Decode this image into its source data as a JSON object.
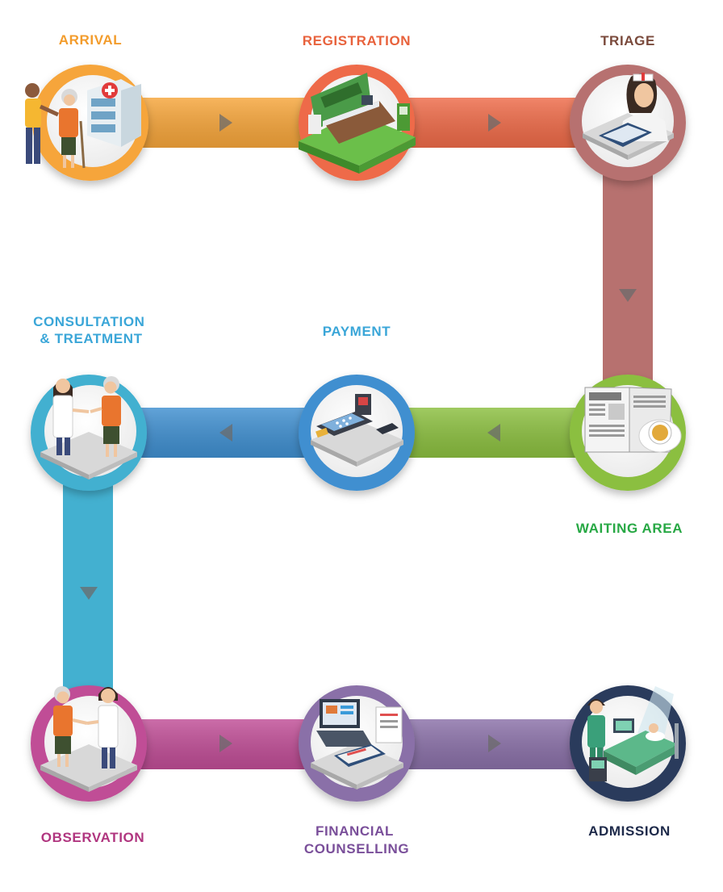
{
  "steps": [
    {
      "label_lines": [
        "ARRIVAL"
      ],
      "color": "#f39c2c",
      "icon": "patient-arrival-hospital-icon"
    },
    {
      "label_lines": [
        "REGISTRATION"
      ],
      "color": "#e8623c",
      "icon": "reception-desk-icon"
    },
    {
      "label_lines": [
        "TRIAGE"
      ],
      "color": "#7a4a3c",
      "icon": "nurse-tablet-icon"
    },
    {
      "label_lines": [
        "WAITING AREA"
      ],
      "color": "#27a844",
      "icon": "newspaper-coffee-icon"
    },
    {
      "label_lines": [
        "PAYMENT"
      ],
      "color": "#3a9ad9",
      "icon": "card-payment-terminal-icon"
    },
    {
      "label_lines": [
        "CONSULTATION",
        "& TREATMENT"
      ],
      "color": "#3aa6d8",
      "icon": "doctor-patient-consultation-icon"
    },
    {
      "label_lines": [
        "OBSERVATION"
      ],
      "color": "#b0357f",
      "icon": "doctor-patient-observation-icon"
    },
    {
      "label_lines": [
        "FINANCIAL",
        "COUNSELLING"
      ],
      "color": "#7a4f9a",
      "icon": "laptop-documents-icon"
    },
    {
      "label_lines": [
        "ADMISSION"
      ],
      "color": "#1e2a4a",
      "icon": "hospital-bed-admission-icon"
    }
  ],
  "colors": {
    "arrival": "#f6a53a",
    "registration": "#ee6a48",
    "triage": "#b7716f",
    "waiting": "#8bbf3f",
    "payment": "#3f8fd0",
    "consultation": "#43b0d0",
    "observation": "#c04d96",
    "financial": "#8a70a8",
    "admission": "#2b3a5c",
    "arrow": "#5a5a5a"
  }
}
